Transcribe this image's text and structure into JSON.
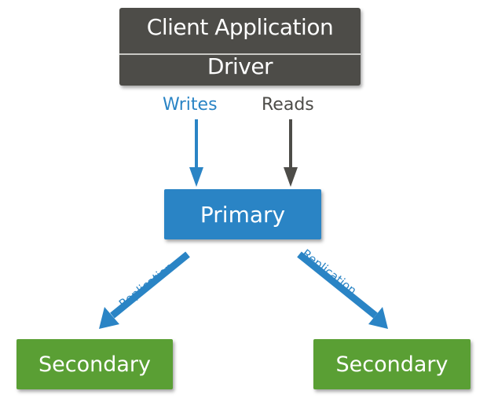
{
  "client": {
    "application_label": "Client Application",
    "driver_label": "Driver"
  },
  "flows": {
    "writes_label": "Writes",
    "reads_label": "Reads"
  },
  "nodes": {
    "primary_label": "Primary",
    "secondary_left_label": "Secondary",
    "secondary_right_label": "Secondary"
  },
  "replication": {
    "left_label": "Replication",
    "right_label": "Replication"
  },
  "colors": {
    "client": "#4d4c48",
    "primary": "#2a84c5",
    "secondary": "#5a9f34",
    "writes": "#2a84c5",
    "reads": "#4d4c48"
  }
}
